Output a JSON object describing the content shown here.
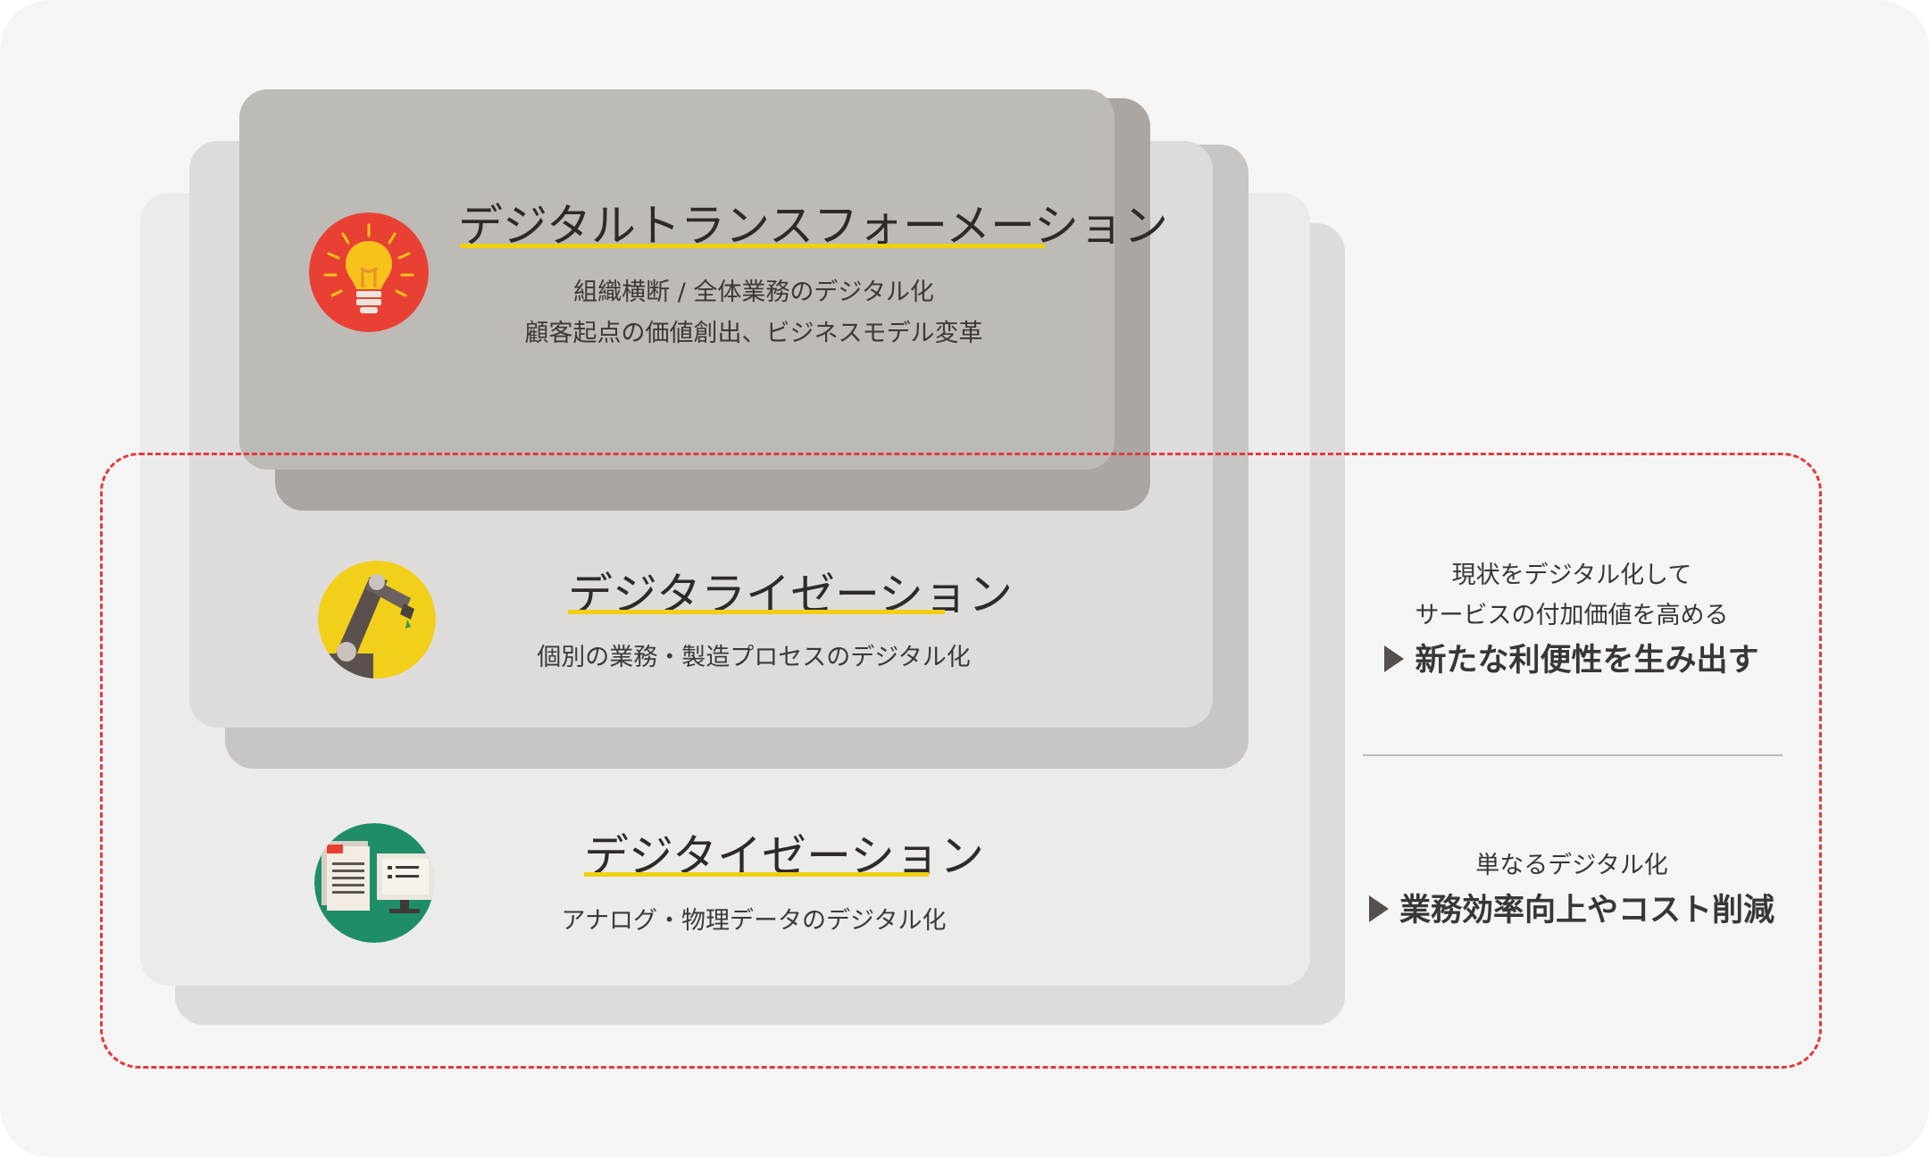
{
  "layers": {
    "dx": {
      "title": "デジタルトランスフォーメーション",
      "desc_line1": "組織横断 / 全体業務のデジタル化",
      "desc_line2": "顧客起点の価値創出、ビジネスモデル変革",
      "icon": "lightbulb-icon",
      "icon_color": "#e84133"
    },
    "digitalization": {
      "title": "デジタライゼーション",
      "desc_line1": "個別の業務・製造プロセスのデジタル化",
      "icon": "robot-arm-icon",
      "icon_color": "#f2d01a"
    },
    "digitization": {
      "title": "デジタイゼーション",
      "desc_line1": "アナログ・物理データのデジタル化",
      "icon": "document-monitor-icon",
      "icon_color": "#1f8e68"
    }
  },
  "side": {
    "upper_line1": "現状をデジタル化して",
    "upper_line2": "サービスの付加価値を高める",
    "upper_result": "新たな利便性を生み出す",
    "lower_line1": "単なるデジタル化",
    "lower_result": "業務効率向上やコスト削減"
  },
  "colors": {
    "accent_underline": "#f1cf11",
    "dashed_border": "#e23b3b"
  }
}
